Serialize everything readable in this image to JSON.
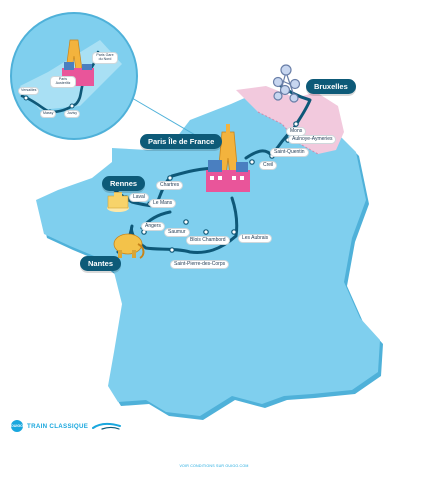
{
  "map": {
    "colors": {
      "land": "#7fcfee",
      "land_shadow": "#4fb1d9",
      "belgium": "#f2c9dd",
      "route": "#0e5878",
      "hub_pill": "#0d5a78",
      "brand": "#19a7de"
    },
    "hubs": {
      "paris": "Paris Île de France",
      "bruxelles": "Bruxelles",
      "rennes": "Rennes",
      "nantes": "Nantes"
    },
    "stations": {
      "mons": "Mons",
      "aulnoye": "Aulnoye-Aymeries",
      "saint_quentin": "Saint-Quentin",
      "creil": "Creil",
      "chartres": "Chartres",
      "laval": "Laval",
      "le_mans": "Le Mans",
      "angers": "Angers",
      "saumur": "Saumur",
      "blois": "Blois Chambord",
      "les_aubrais": "Les Aubrais",
      "saint_pierre": "Saint-Pierre-des-Corps"
    },
    "inset": {
      "paris_nord": "Paris Gare du Nord",
      "paris_austerlitz": "Paris Austerlitz",
      "versailles": "Versailles",
      "massy": "Massy",
      "juvisy": "Juvisy"
    }
  },
  "brand": {
    "logo": "OUIGO",
    "name": "TRAIN CLASSIQUE",
    "icon": "train-swoosh-icon"
  },
  "footer": {
    "link": "VOIR CONDITIONS SUR OUIGO.COM"
  }
}
